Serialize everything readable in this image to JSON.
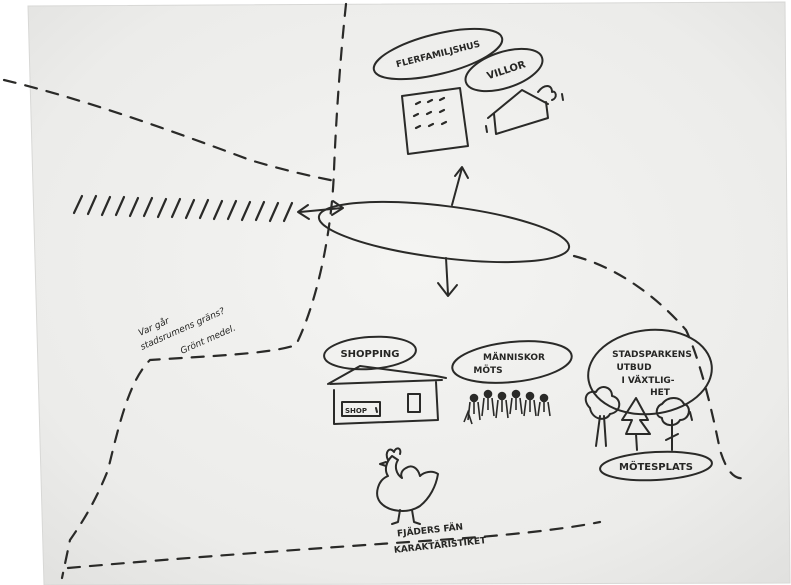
{
  "labels": {
    "flerbostad": "FLERFAMILJSHUS",
    "villor": "VILLOR",
    "shop_sign": "SHOP",
    "shopping": "SHOPPING",
    "manniskor": "MÄNNISKOR",
    "mots": "MÖTS",
    "stadsparkens_1": "STADSPARKENS",
    "stadsparkens_2": "UTBUD",
    "stadsparkens_3": "I VÄXTLIG-",
    "stadsparkens_4": "HET",
    "motesplats": "MÖTESPLATS",
    "fagel_1": "FJÄDERS FÄN",
    "fagel_2": "KARAKTÄRISTIKET",
    "fraga_1": "Var går",
    "fraga_2": "stadsrumens gräns?",
    "fraga_3": "Grönt medel."
  },
  "colors": {
    "paper": "#f0f0ee",
    "ink": "#2a2a28"
  },
  "icons": [
    "apartment-block-icon",
    "villa-house-icon",
    "shop-building-icon",
    "crowd-icon",
    "tree-icon",
    "rooster-icon",
    "double-arrow-icon",
    "hatch-marks"
  ]
}
